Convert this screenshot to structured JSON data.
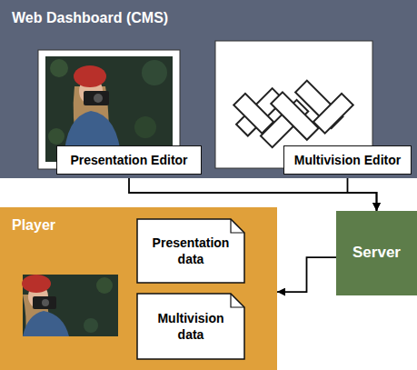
{
  "diagram": {
    "nodes": [
      {
        "text": [
          "Web Dashboard (CMS)"
        ]
      },
      {
        "text": [
          "Presentation Editor"
        ],
        "in": 0
      },
      {
        "text": [
          "Multivision Editor"
        ],
        "in": 0
      },
      {
        "text": [
          "Player"
        ]
      },
      {
        "text": [
          "Presentation data"
        ],
        "in": 3
      },
      {
        "text": [
          "Multivision data"
        ],
        "in": 3
      },
      {
        "text": [
          "Server"
        ]
      }
    ],
    "edges": [
      {
        "from": 1,
        "to": 6,
        "arrow": "to"
      },
      {
        "from": 2,
        "to": 6,
        "arrow": "to"
      },
      {
        "from": 6,
        "to": 3,
        "arrow": "to"
      }
    ]
  }
}
